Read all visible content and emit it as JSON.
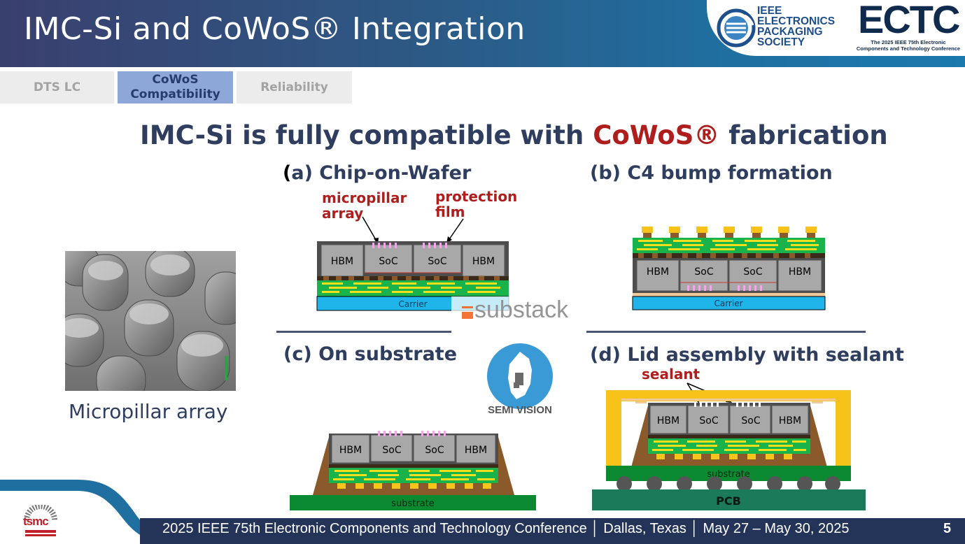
{
  "header": {
    "title": "IMC-Si and CoWoS® Integration",
    "eps_lines": [
      "IEEE",
      "ELECTRONICS",
      "PACKAGING",
      "SOCIETY"
    ],
    "ectc_logo": "ECTC",
    "ectc_tagline": "The 2025 IEEE 75th Electronic Components and Technology Conference"
  },
  "tabs": [
    {
      "label": "DTS LC",
      "active": false
    },
    {
      "label": "CoWoS Compatibility",
      "active": true
    },
    {
      "label": "Reliability",
      "active": false
    }
  ],
  "headline": {
    "before": "IMC-Si is fully compatible with ",
    "highlight": "CoWoS®",
    "after": " fabrication"
  },
  "sem_image": {
    "caption": "Micropillar array"
  },
  "panels": {
    "a": {
      "title_paren": "(",
      "title": "a) Chip-on-Wafer",
      "anno_micropillar": "micropillar array",
      "anno_film": "protection film",
      "blocks": [
        "HBM",
        "SoC",
        "SoC",
        "HBM"
      ],
      "carrier": "Carrier"
    },
    "b": {
      "title": "(b) C4 bump formation",
      "blocks": [
        "HBM",
        "SoC",
        "SoC",
        "HBM"
      ],
      "carrier": "Carrier"
    },
    "c": {
      "title": "(c) On substrate",
      "blocks": [
        "HBM",
        "SoC",
        "SoC",
        "HBM"
      ],
      "substrate": "substrate"
    },
    "d": {
      "title": "(d) Lid assembly with sealant",
      "anno_sealant": "sealant",
      "blocks": [
        "HBM",
        "SoC",
        "SoC",
        "HBM"
      ],
      "substrate": "substrate",
      "pcb": "PCB"
    }
  },
  "watermark": {
    "text": "substack",
    "brand": "SEMI VISION"
  },
  "footer": {
    "text": "2025 IEEE 75th  Electronic Components and Technology Conference │ Dallas, Texas │ May 27 – May 30, 2025",
    "page": "5",
    "logo": "tsmc"
  },
  "colors": {
    "header": "#2c5a86",
    "footer": "#243459",
    "accent_red": "#b01d1d",
    "interposer_green": "#18b34a",
    "carrier_blue": "#1fb5ea",
    "lid_yellow": "#f7c21a",
    "mold_brown": "#8b5a2b"
  }
}
